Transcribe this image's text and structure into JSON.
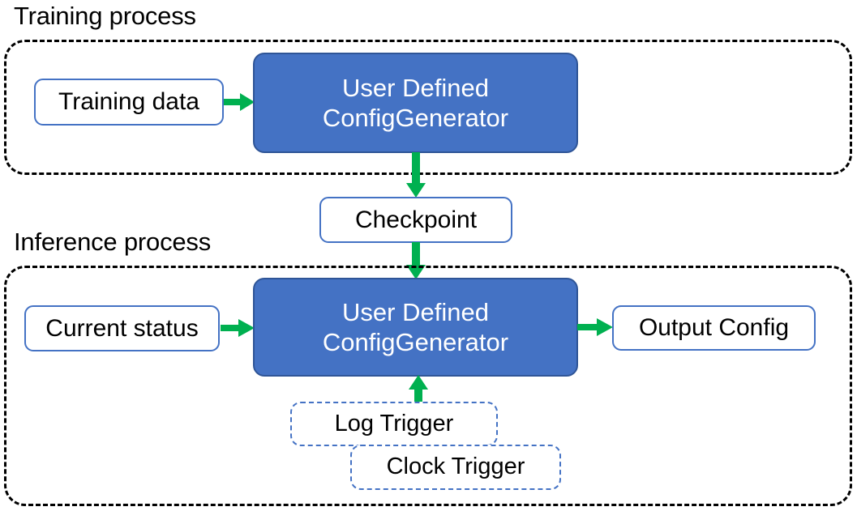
{
  "diagram": {
    "title_training": "Training process",
    "title_inference": "Inference process",
    "colors": {
      "accent_blue": "#4472C4",
      "blue_border": "#2F5597",
      "arrow_green": "#00B050",
      "group_border": "#000000",
      "text_dark": "#000000",
      "text_light": "#FFFFFF"
    }
  },
  "training": {
    "label": "Training process",
    "nodes": {
      "training_data": "Training data",
      "generator": "User Defined\nConfigGenerator",
      "generator_line1": "User Defined",
      "generator_line2": "ConfigGenerator"
    }
  },
  "checkpoint": {
    "label": "Checkpoint"
  },
  "inference": {
    "label": "Inference process",
    "nodes": {
      "current_status": "Current status",
      "generator_line1": "User Defined",
      "generator_line2": "ConfigGenerator",
      "output_config": "Output Config",
      "log_trigger": "Log Trigger",
      "clock_trigger": "Clock Trigger"
    }
  },
  "arrows": [
    {
      "name": "training-data-to-generator",
      "direction": "right"
    },
    {
      "name": "training-generator-to-checkpoint",
      "direction": "down"
    },
    {
      "name": "checkpoint-to-inference-generator",
      "direction": "down"
    },
    {
      "name": "current-status-to-generator",
      "direction": "right"
    },
    {
      "name": "generator-to-output-config",
      "direction": "right"
    },
    {
      "name": "triggers-to-generator",
      "direction": "up"
    }
  ]
}
